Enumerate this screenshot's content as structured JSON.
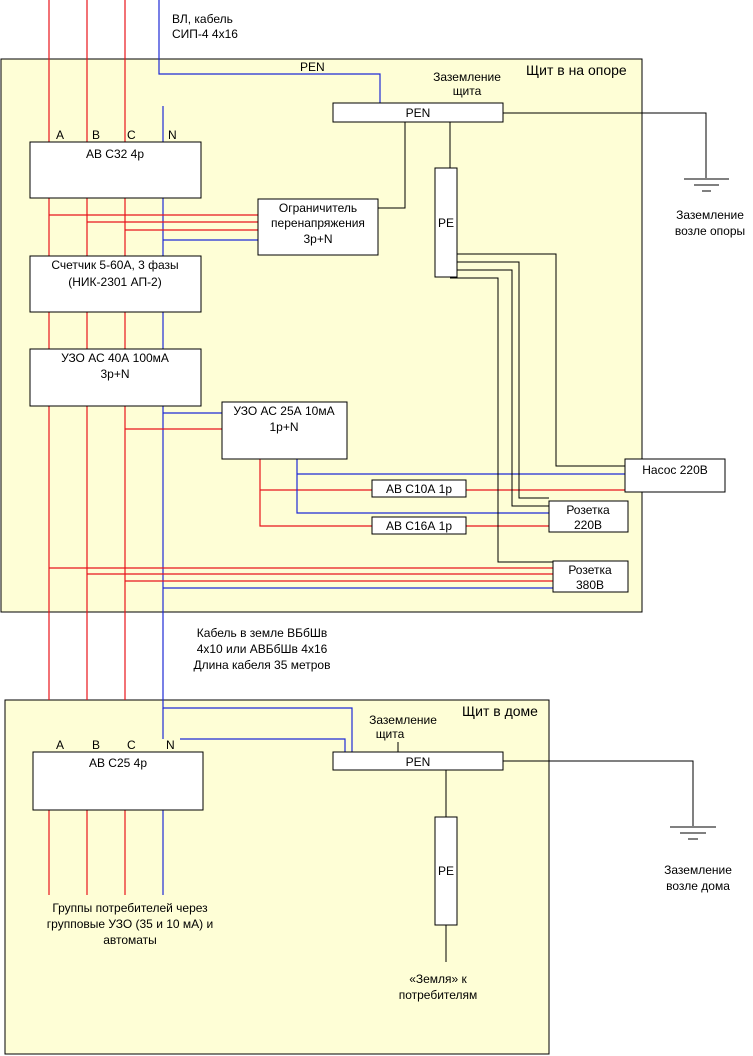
{
  "colors": {
    "phase": "#e8141c",
    "neutral": "#1f2bd6",
    "panel_fill": "#fefed6",
    "ground": "#000000"
  },
  "top": {
    "feed": [
      "ВЛ, кабель",
      "СИП-4 4х16"
    ],
    "panel_title": "Щит в на опоре",
    "pen_wire_label": "PEN",
    "grounding_label": [
      "Заземление",
      "щита"
    ],
    "pen_bus": "PEN",
    "pe_bus": "PE",
    "phases": {
      "a": "A",
      "b": "B",
      "c": "C",
      "n": "N"
    },
    "main_breaker": "АВ С32 4р",
    "surge_protector": [
      "Ограничитель",
      "перенапряжения",
      "3р+N"
    ],
    "meter": [
      "Счетчик 5-60А, 3 фазы",
      "(НИК-2301 АП-2)"
    ],
    "rcd_main": [
      "УЗО АС 40А 100мА",
      "3р+N"
    ],
    "rcd_branch": [
      "УЗО АС 25А 10мА",
      "1р+N"
    ],
    "breaker_10": "АВ С10А 1р",
    "breaker_16": "АВ С16А 1р",
    "pump": "Насос 220В",
    "socket_220": [
      "Розетка",
      "220В"
    ],
    "socket_380": [
      "Розетка",
      "380В"
    ],
    "pole_ground": [
      "Заземление",
      "возле опоры"
    ]
  },
  "cable": [
    "Кабель в земле  ВБбШв",
    "4х10 или АВБбШв 4х16",
    "Длина кабеля 35 метров"
  ],
  "house": {
    "panel_title": "Щит в доме",
    "grounding_label": [
      "Заземление",
      "щита"
    ],
    "pen_bus": "PEN",
    "pe_bus": "PE",
    "phases": {
      "a": "A",
      "b": "B",
      "c": "C",
      "n": "N"
    },
    "main_breaker": "АВ С25 4р",
    "groups": [
      "Группы потребителей через",
      "групповые УЗО (35 и 10 мА) и",
      "автоматы"
    ],
    "earth_to_consumers": [
      "«Земля» к",
      "потребителям"
    ],
    "house_ground": [
      "Заземление",
      "возле дома"
    ]
  }
}
